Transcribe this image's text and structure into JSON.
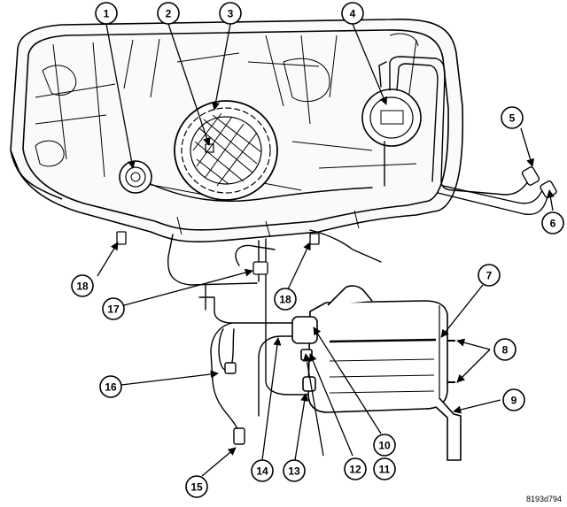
{
  "diagram": {
    "reference_code": "8193d794",
    "callouts": [
      {
        "id": "c1",
        "label": "1"
      },
      {
        "id": "c2",
        "label": "2"
      },
      {
        "id": "c3",
        "label": "3"
      },
      {
        "id": "c4",
        "label": "4"
      },
      {
        "id": "c5",
        "label": "5"
      },
      {
        "id": "c6",
        "label": "6"
      },
      {
        "id": "c7",
        "label": "7"
      },
      {
        "id": "c8",
        "label": "8"
      },
      {
        "id": "c9",
        "label": "9"
      },
      {
        "id": "c10",
        "label": "10"
      },
      {
        "id": "c11",
        "label": "11"
      },
      {
        "id": "c12",
        "label": "12"
      },
      {
        "id": "c13",
        "label": "13"
      },
      {
        "id": "c14",
        "label": "14"
      },
      {
        "id": "c15",
        "label": "15"
      },
      {
        "id": "c16",
        "label": "16"
      },
      {
        "id": "c17",
        "label": "17"
      },
      {
        "id": "c18a",
        "label": "18"
      },
      {
        "id": "c18b",
        "label": "18"
      }
    ]
  }
}
